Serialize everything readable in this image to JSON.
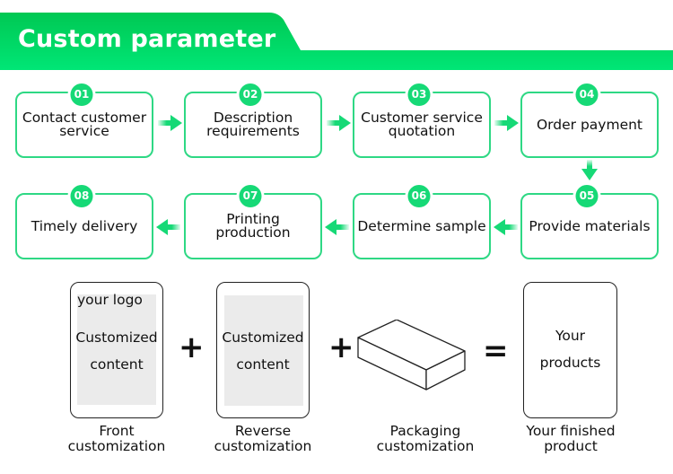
{
  "header": {
    "title": "Custom parameter",
    "colors": {
      "banner_top": "#00c853",
      "banner_bottom": "#00e676",
      "accent": "#16d976",
      "box_border": "#2ed884"
    }
  },
  "steps": [
    {
      "number": "01",
      "label": "Contact customer service"
    },
    {
      "number": "02",
      "label": "Description requirements"
    },
    {
      "number": "03",
      "label": "Customer service quotation"
    },
    {
      "number": "04",
      "label": "Order payment"
    },
    {
      "number": "05",
      "label": "Provide materials"
    },
    {
      "number": "06",
      "label": "Determine sample"
    },
    {
      "number": "07",
      "label": "Printing production"
    },
    {
      "number": "08",
      "label": "Timely delivery"
    }
  ],
  "arrows": [
    {
      "from": "01",
      "to": "02",
      "direction": "right"
    },
    {
      "from": "02",
      "to": "03",
      "direction": "right"
    },
    {
      "from": "03",
      "to": "04",
      "direction": "right"
    },
    {
      "from": "04",
      "to": "05",
      "direction": "down"
    },
    {
      "from": "05",
      "to": "06",
      "direction": "left"
    },
    {
      "from": "06",
      "to": "07",
      "direction": "left"
    },
    {
      "from": "07",
      "to": "08",
      "direction": "left"
    }
  ],
  "equation": {
    "front": {
      "logo_text": "your logo",
      "line1": "Customized",
      "line2": "content",
      "caption_line1": "Front",
      "caption_line2": "customization"
    },
    "reverse": {
      "line1": "Customized",
      "line2": "content",
      "caption_line1": "Reverse",
      "caption_line2": "customization"
    },
    "packaging": {
      "icon": "box-icon",
      "caption_line1": "Packaging",
      "caption_line2": "customization"
    },
    "result": {
      "line1": "Your",
      "line2": "products",
      "caption_line1": "Your finished",
      "caption_line2": "product"
    },
    "plus_symbol": "+",
    "equals_symbol": "="
  }
}
